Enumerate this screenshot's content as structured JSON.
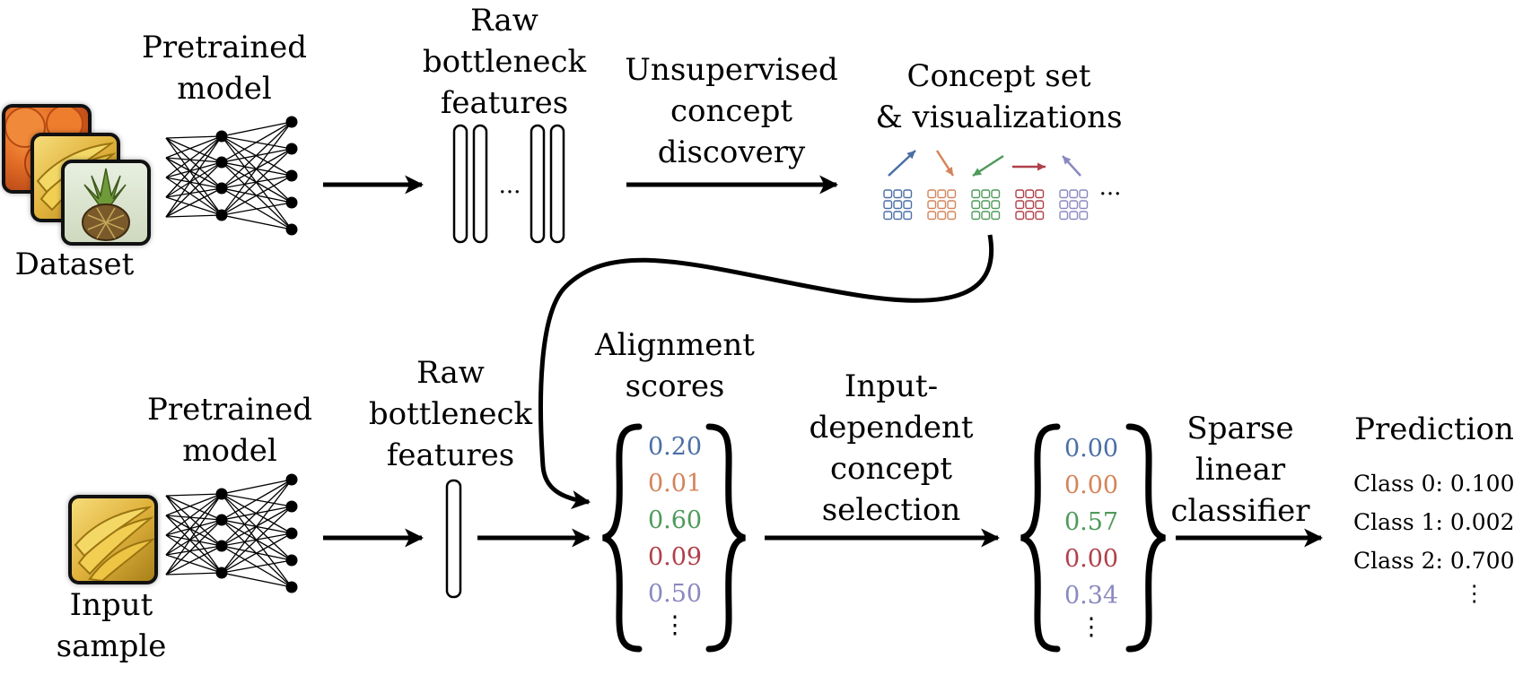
{
  "top_row": {
    "dataset_label": "Dataset",
    "pretrained_label": [
      "Pretrained",
      "model"
    ],
    "bottleneck_label": [
      "Raw",
      "bottleneck",
      "features"
    ],
    "ellipsis": "...",
    "discovery_label": [
      "Unsupervised",
      "concept",
      "discovery"
    ],
    "concept_label": [
      "Concept set",
      "& visualizations"
    ],
    "concept_ellipsis": "..."
  },
  "bottom_row": {
    "input_label": [
      "Input",
      "sample"
    ],
    "pretrained_label": [
      "Pretrained",
      "model"
    ],
    "bottleneck_label": [
      "Raw",
      "bottleneck",
      "features"
    ],
    "alignment_label": [
      "Alignment",
      "scores"
    ],
    "alignment_scores": [
      "0.20",
      "0.01",
      "0.60",
      "0.09",
      "0.50"
    ],
    "alignment_more": "⋮",
    "selection_label": [
      "Input-",
      "dependent",
      "concept",
      "selection"
    ],
    "selected_scores": [
      "0.00",
      "0.00",
      "0.57",
      "0.00",
      "0.34"
    ],
    "selected_more": "⋮",
    "classifier_label": [
      "Sparse",
      "linear",
      "classifier"
    ],
    "prediction_title": "Prediction",
    "predictions": [
      "Class 0: 0.100",
      "Class 1: 0.002",
      "Class 2: 0.700"
    ],
    "prediction_more": "⋮"
  },
  "colors": {
    "concepts": [
      "#4a6fa5",
      "#d4845a",
      "#4f9a5a",
      "#b0404a",
      "#8a88c0"
    ],
    "orange_image": "#e8732a",
    "banana_image": "#e9c24a",
    "pineapple_image": "#6c8a3c"
  }
}
